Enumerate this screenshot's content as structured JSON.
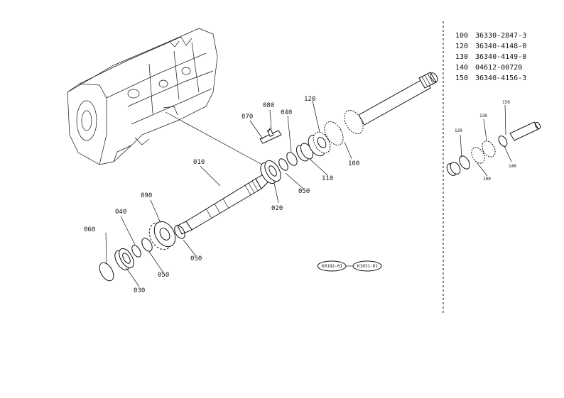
{
  "callouts": {
    "c010": "010",
    "c020": "020",
    "c030": "030",
    "c040a": "040",
    "c040b": "040",
    "c050a": "050",
    "c050b": "050",
    "c050c": "050",
    "c060": "060",
    "c070": "070",
    "c080": "080",
    "c090": "090",
    "c100": "100",
    "c110": "110",
    "c120": "120",
    "c100r": "100",
    "c120r": "120",
    "c130r": "130",
    "c140r": "140",
    "c150r": "150"
  },
  "reference_tags": [
    "K0192-01",
    "K1031-01"
  ],
  "parts_list": [
    {
      "no": "100",
      "code": "36330-2847-3"
    },
    {
      "no": "120",
      "code": "36340-4148-0"
    },
    {
      "no": "130",
      "code": "36340-4149-0"
    },
    {
      "no": "140",
      "code": "04612-00720"
    },
    {
      "no": "150",
      "code": "36340-4156-3"
    }
  ]
}
